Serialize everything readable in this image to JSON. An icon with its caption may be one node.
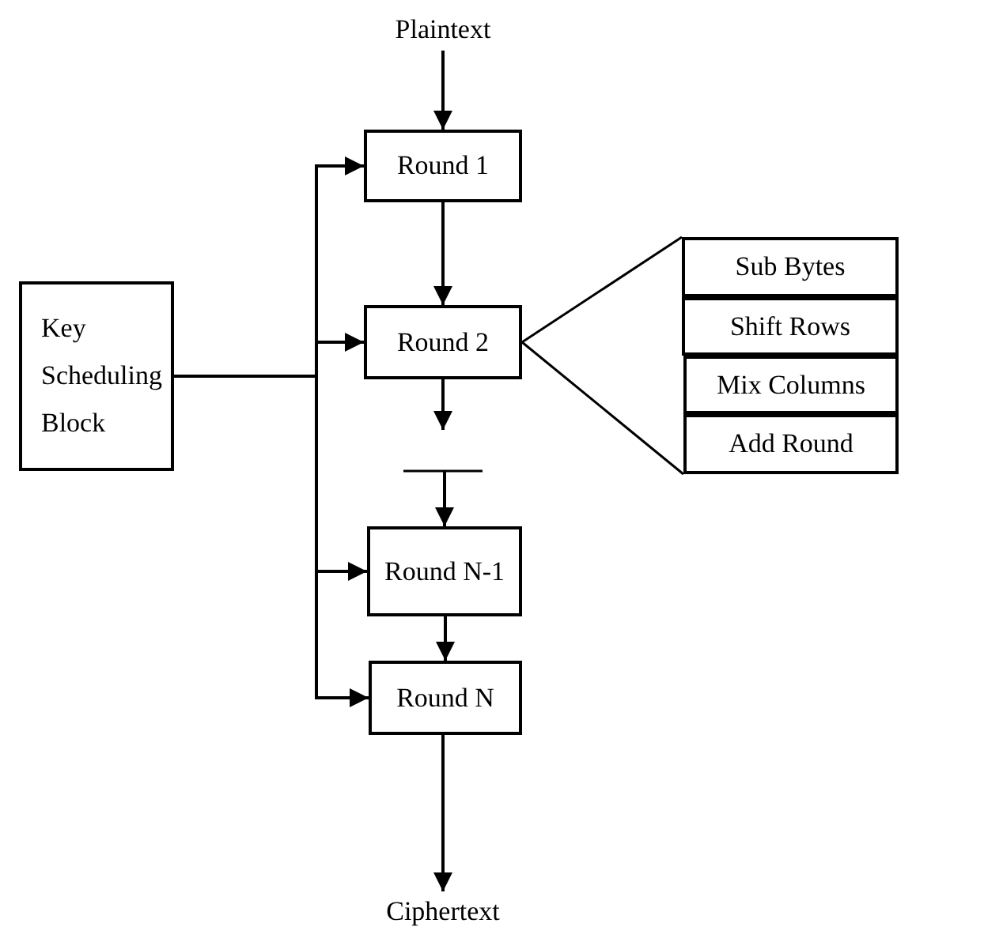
{
  "diagram": {
    "nodes": [
      {
        "text": [
          "Plaintext"
        ]
      },
      {
        "text": [
          "Round 1"
        ]
      },
      {
        "text": [
          "Round 2"
        ]
      },
      {
        "text": [
          "Round N-1"
        ]
      },
      {
        "text": [
          "Round N"
        ]
      },
      {
        "text": [
          "Ciphertext"
        ]
      },
      {
        "text": [
          "Key Scheduling Block"
        ]
      },
      {
        "text": [
          "Sub Bytes"
        ]
      },
      {
        "text": [
          "Shift Rows"
        ]
      },
      {
        "text": [
          "Mix Columns"
        ]
      },
      {
        "text": [
          "Add Round"
        ]
      }
    ],
    "edges": [
      {
        "from": 0,
        "to": 1,
        "arrow": "to"
      },
      {
        "from": 1,
        "to": 2,
        "arrow": "to"
      },
      {
        "from": 2,
        "to": null,
        "arrow": "to"
      },
      {
        "from": null,
        "to": 3,
        "arrow": "to"
      },
      {
        "from": 3,
        "to": 4,
        "arrow": "to"
      },
      {
        "from": 4,
        "to": 5,
        "arrow": "to"
      },
      {
        "from": 6,
        "to": 1,
        "arrow": "to"
      },
      {
        "from": 6,
        "to": 2,
        "arrow": "to"
      },
      {
        "from": 6,
        "to": 3,
        "arrow": "to"
      },
      {
        "from": 6,
        "to": 4,
        "arrow": "to"
      },
      {
        "from": 2,
        "to": 7,
        "arrow": "none"
      },
      {
        "from": 2,
        "to": 10,
        "arrow": "none"
      }
    ]
  }
}
